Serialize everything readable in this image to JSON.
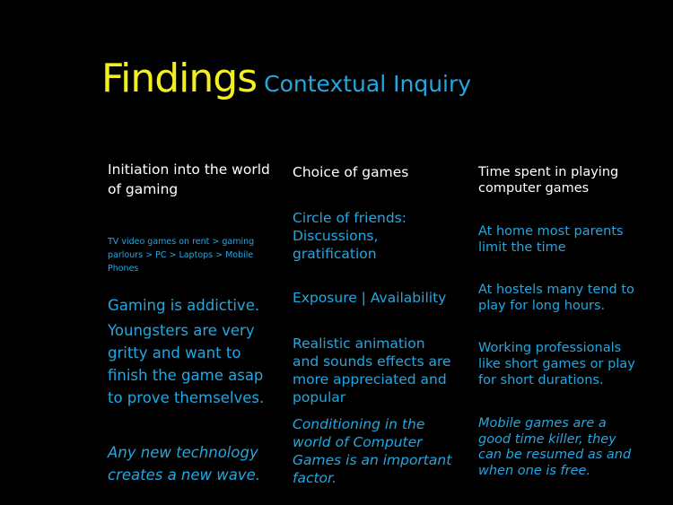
{
  "title": {
    "main": "Findings",
    "sub": "Contextual Inquiry"
  },
  "columns": [
    {
      "heading": "Initiation into the world of gaming",
      "items": [
        "TV video games on rent > gaming parlours > PC > Laptops > Mobile Phones",
        "Gaming is addictive.",
        "Youngsters are very gritty and want to finish the game asap to prove themselves.",
        "Any new technology creates a new wave."
      ]
    },
    {
      "heading": "Choice of games",
      "items": [
        "Circle of friends: Discussions, gratification",
        "Exposure | Availability",
        "Realistic animation and sounds effects are more appreciated and popular",
        "Conditioning in the world of Computer Games is an important factor."
      ]
    },
    {
      "heading": "Time spent in playing computer games",
      "items": [
        "At home most parents limit the time",
        "At hostels many tend to play for long hours.",
        "Working professionals like short games or play for short durations.",
        "Mobile games are a good time killer, they can be resumed as and when one is free."
      ]
    }
  ],
  "colors": {
    "title": "#f2ee1f",
    "accent": "#23a7e1",
    "heading": "#ffffff",
    "background": "#000000"
  }
}
